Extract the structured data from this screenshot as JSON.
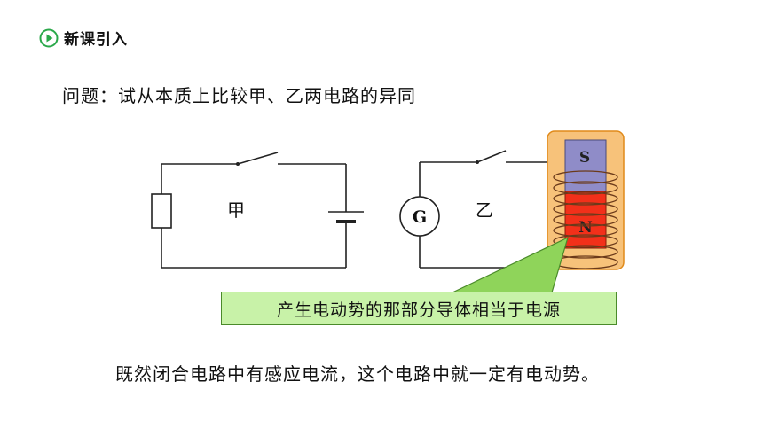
{
  "header": {
    "icon": "play-icon",
    "title": "新课引入"
  },
  "question": "问题：试从本质上比较甲、乙两电路的异同",
  "circuit_a": {
    "label": "甲"
  },
  "circuit_b": {
    "label": "乙",
    "galvanometer_label": "G"
  },
  "magnet": {
    "top_pole": "S",
    "bottom_pole": "N"
  },
  "callout": "产生电动势的那部分导体相当于电源",
  "conclusion": "既然闭合电路中有感应电流，这个电路中就一定有电动势。",
  "colors": {
    "highlight_fill": "#f7c27a",
    "highlight_border": "#e08a1a",
    "magnet_s": "#8f8cc8",
    "magnet_n": "#f2301a",
    "coil": "#6b3a1a",
    "callout_fill": "#c8f2a8",
    "callout_pointer": "#8fd45a"
  }
}
